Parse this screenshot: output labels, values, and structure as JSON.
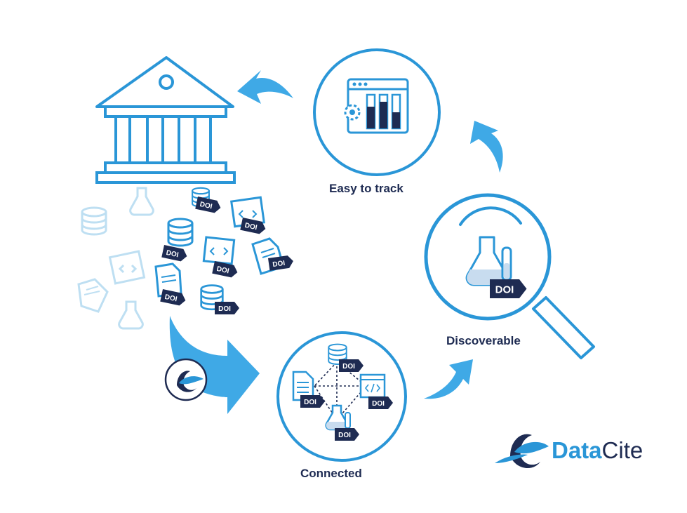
{
  "labels": {
    "easy_to_track": "Easy to track",
    "discoverable": "Discoverable",
    "connected": "Connected"
  },
  "brand": {
    "part1": "Data",
    "part2": "Cite"
  },
  "tag_text": "DOI",
  "colors": {
    "primary_blue": "#2a96d7",
    "arrow_blue": "#3fa9e6",
    "navy": "#1e2b52",
    "light_blue": "#c8dcef"
  }
}
